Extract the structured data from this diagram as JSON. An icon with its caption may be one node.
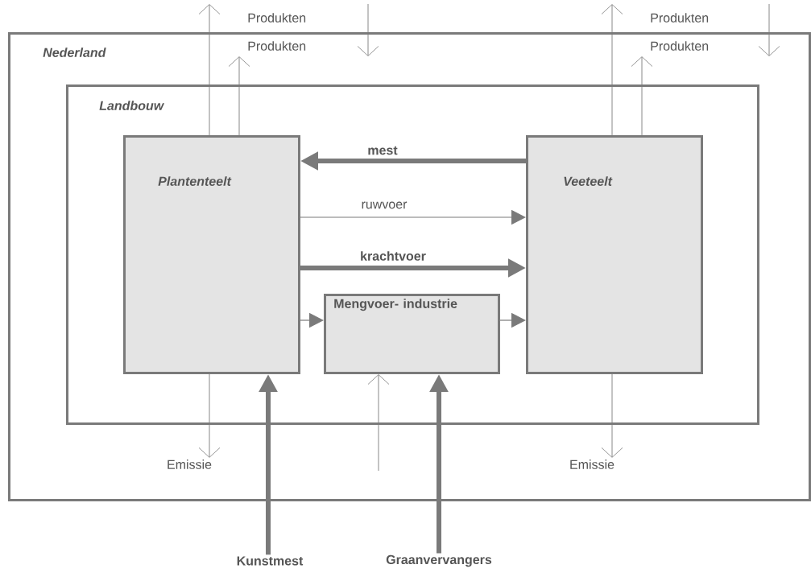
{
  "diagram": {
    "nodes": [
      {
        "text": [
          "Nederland"
        ]
      },
      {
        "text": [
          "Landbouw"
        ],
        "in": 0
      },
      {
        "text": [
          "Plantenteelt"
        ],
        "in": 1
      },
      {
        "text": [
          "Veeteelt"
        ],
        "in": 1
      },
      {
        "text": [
          "Mengvoer- industrie"
        ],
        "in": 1
      },
      {
        "text": [
          "Kunstmest"
        ]
      },
      {
        "text": [
          "Graanvervangers"
        ]
      },
      {
        "text": [
          "Emissie"
        ],
        "in": 0
      },
      {
        "text": [
          "Emissie"
        ],
        "in": 0
      }
    ],
    "edges": [
      {
        "from": 3,
        "to": 2,
        "arrow": "to",
        "label": "mest",
        "style": "thick"
      },
      {
        "from": 2,
        "to": 3,
        "arrow": "to",
        "label": "ruwvoer"
      },
      {
        "from": 2,
        "to": 3,
        "arrow": "to",
        "label": "krachtvoer",
        "style": "thick"
      },
      {
        "from": 2,
        "to": 4,
        "arrow": "to"
      },
      {
        "from": 4,
        "to": 3,
        "arrow": "to"
      },
      {
        "from": 5,
        "to": 2,
        "arrow": "to",
        "style": "thick"
      },
      {
        "from": 6,
        "to": 4,
        "arrow": "to",
        "style": "thick"
      },
      {
        "from": null,
        "to": 4,
        "arrow": "to"
      },
      {
        "from": 2,
        "to": null,
        "arrow": "to"
      },
      {
        "from": 2,
        "to": 0,
        "arrow": "to"
      },
      {
        "from": null,
        "to": 0,
        "arrow": "to"
      },
      {
        "from": 3,
        "to": null,
        "arrow": "to"
      },
      {
        "from": 3,
        "to": 0,
        "arrow": "to"
      },
      {
        "from": null,
        "to": 0,
        "arrow": "to"
      },
      {
        "from": 2,
        "to": 7,
        "arrow": "to"
      },
      {
        "from": 3,
        "to": 8,
        "arrow": "to"
      }
    ],
    "labels": [
      "Produkten",
      "Produkten",
      "Produkten",
      "Produkten"
    ]
  }
}
